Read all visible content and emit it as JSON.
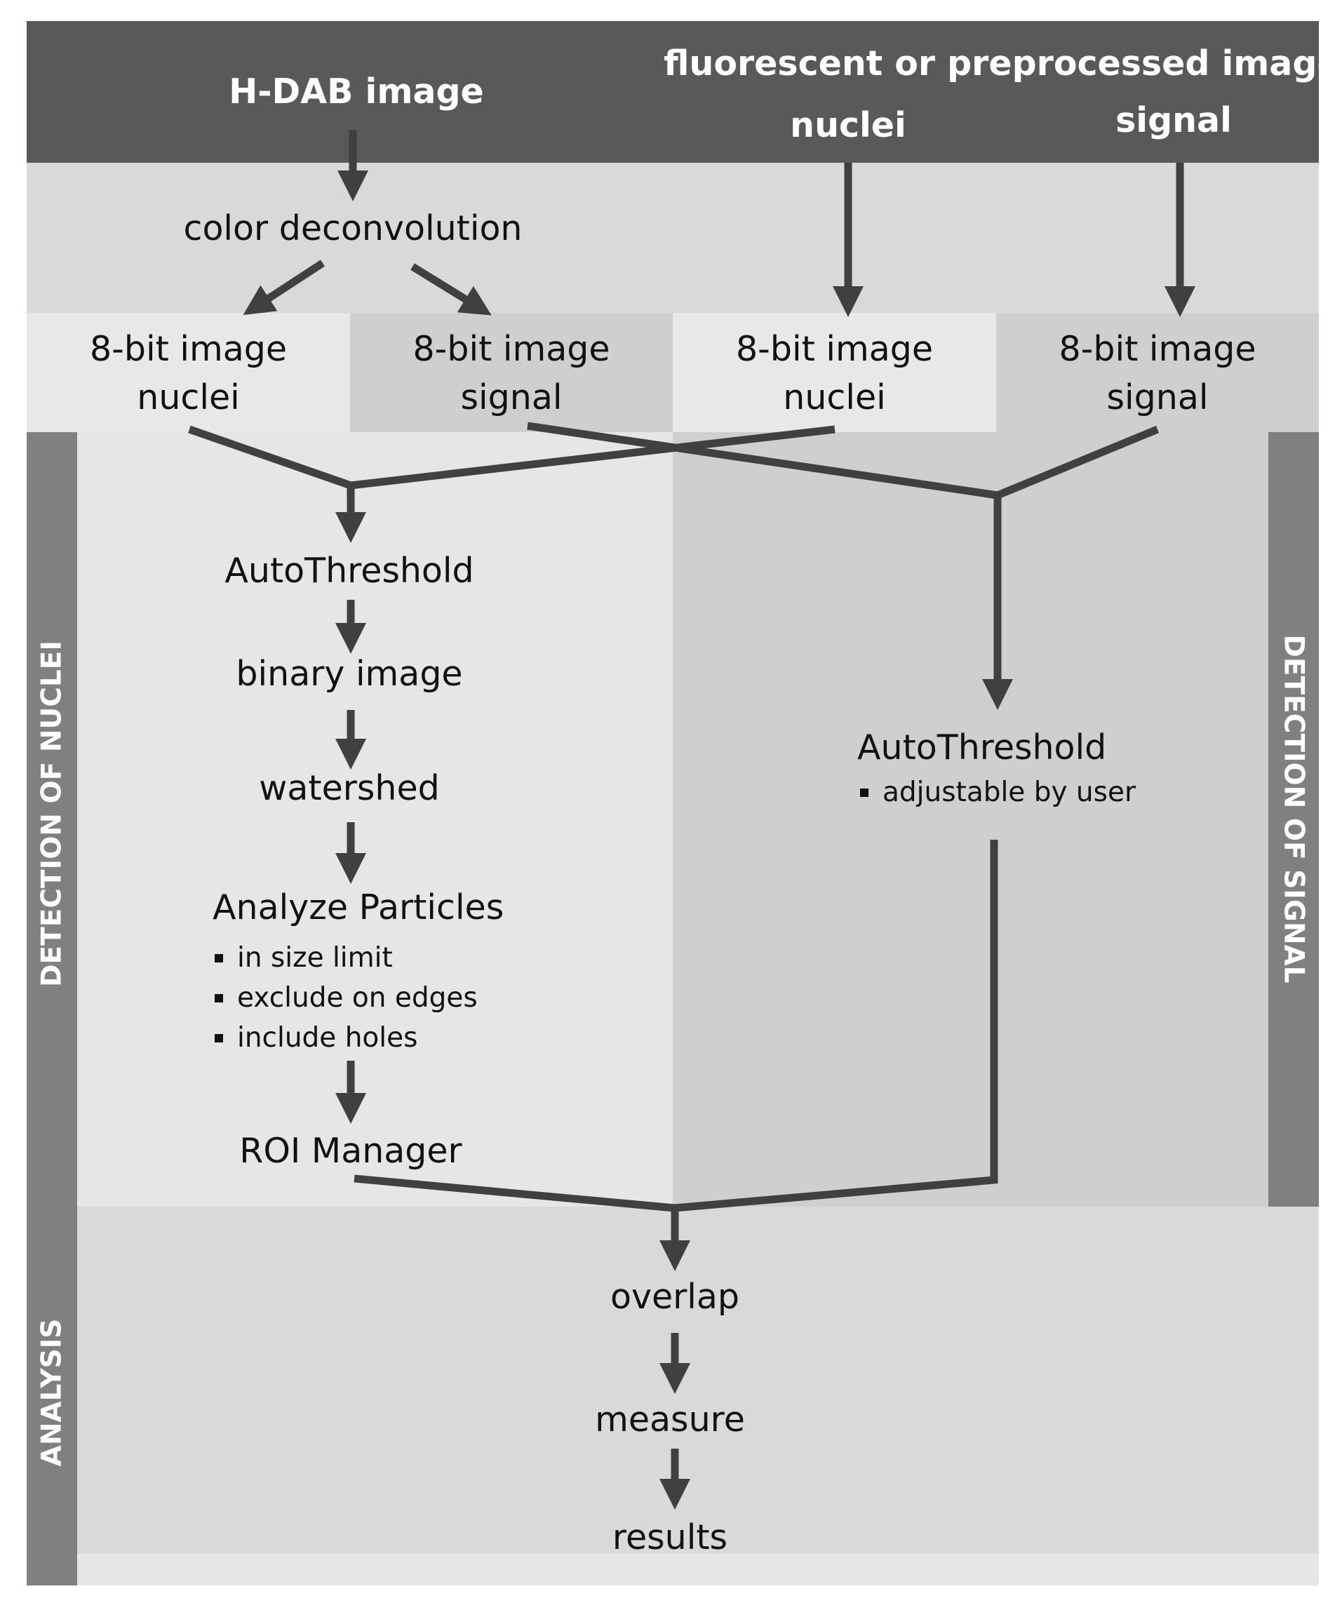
{
  "header": {
    "hdab": "H-DAB image",
    "fluorescent": "fluorescent or preprocessed images",
    "nuclei": "nuclei",
    "signal": "signal"
  },
  "steps": {
    "color_deconvolution": "color deconvolution",
    "box1": {
      "line1": "8-bit image",
      "line2": "nuclei"
    },
    "box2": {
      "line1": "8-bit image",
      "line2": "signal"
    },
    "box3": {
      "line1": "8-bit image",
      "line2": "nuclei"
    },
    "box4": {
      "line1": "8-bit image",
      "line2": "signal"
    },
    "autothreshold_nuclei": "AutoThreshold",
    "binary_image": "binary image",
    "watershed": "watershed",
    "analyze_particles": "Analyze Particles",
    "analyze_options": [
      "in size limit",
      "exclude on edges",
      "include holes"
    ],
    "roi_manager": "ROI Manager",
    "autothreshold_signal": "AutoThreshold",
    "autothreshold_signal_option": "adjustable by user",
    "overlap": "overlap",
    "measure": "measure",
    "results": "results"
  },
  "sections": {
    "detection_nuclei": "DETECTION OF NUCLEI",
    "detection_signal": "DETECTION OF SIGNAL",
    "analysis": "ANALYSIS"
  },
  "colors": {
    "header_band": "#595959",
    "light_band": "#d9d9d9",
    "nuclei_panel": "#e6e6e6",
    "signal_panel": "#d0cece",
    "side_label": "#808080",
    "arrow": "#404040"
  }
}
